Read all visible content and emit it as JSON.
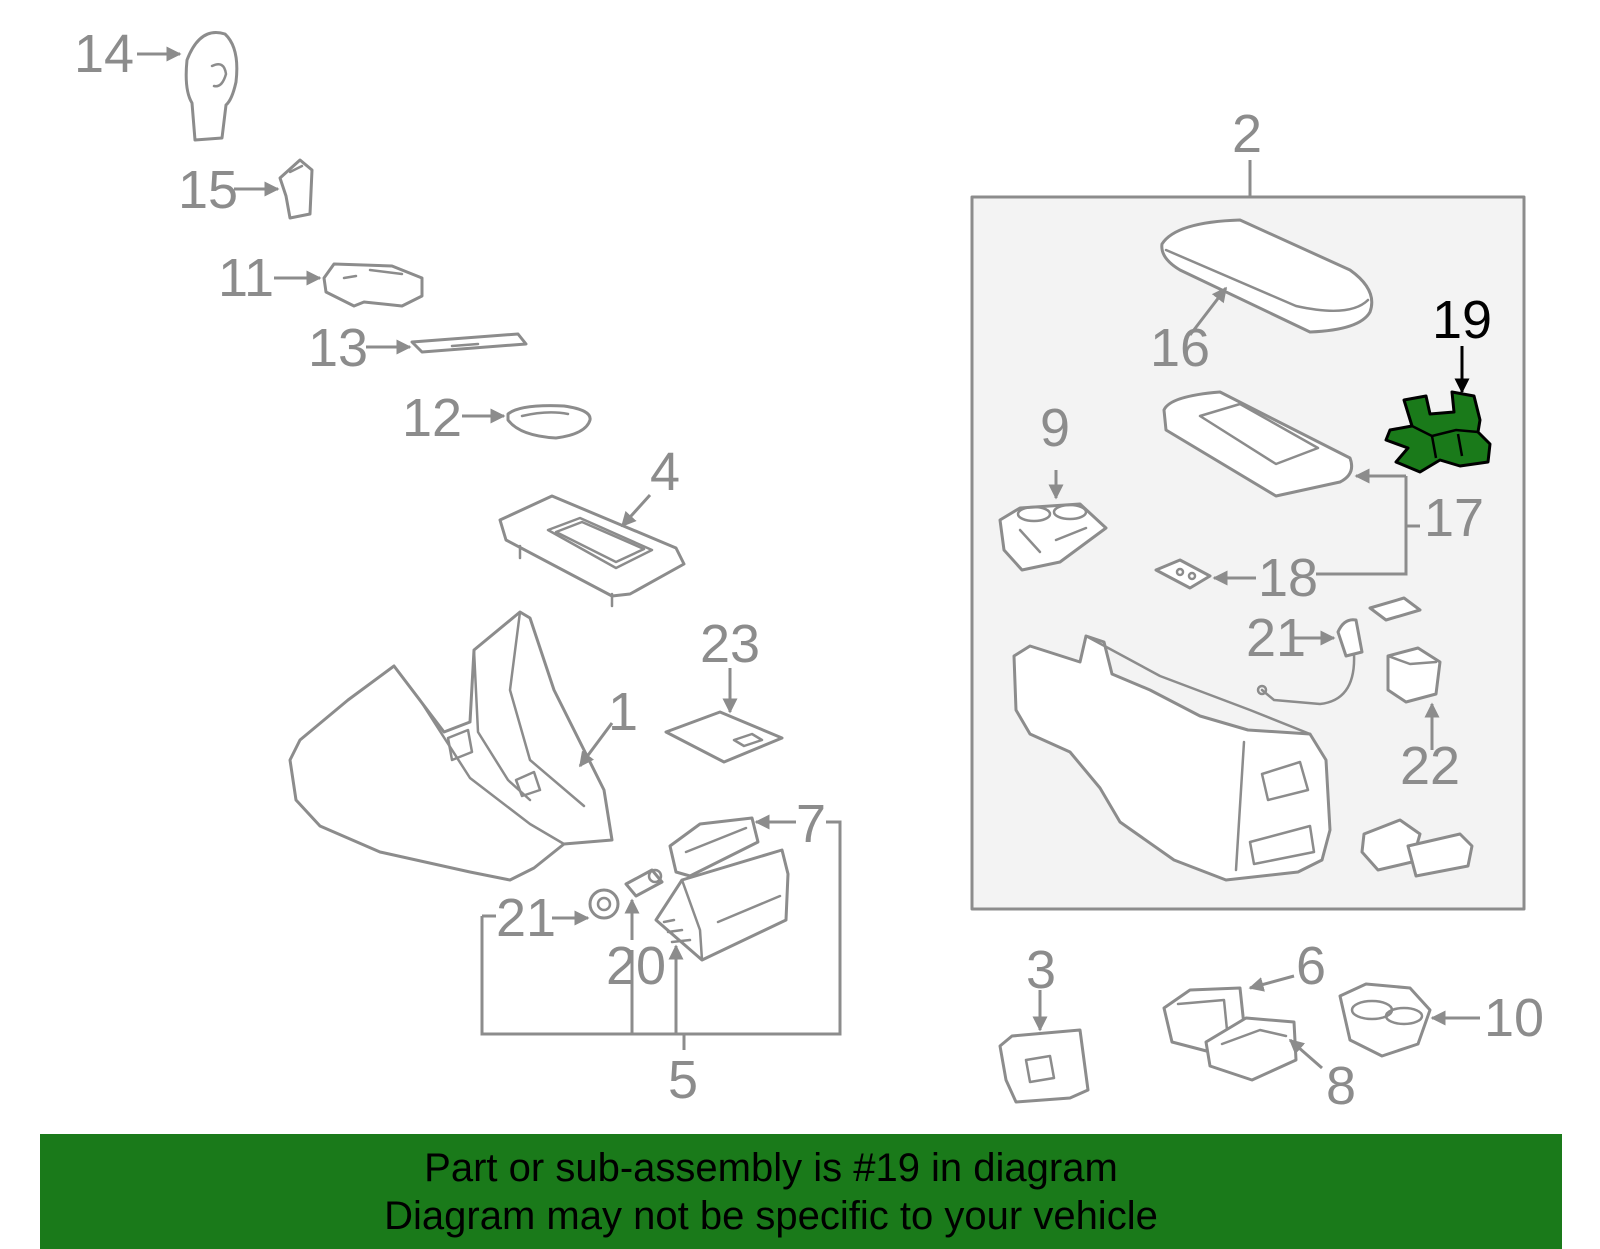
{
  "diagram": {
    "callouts": {
      "c1": "1",
      "c2": "2",
      "c3": "3",
      "c4": "4",
      "c5": "5",
      "c6": "6",
      "c7": "7",
      "c8": "8",
      "c9": "9",
      "c10": "10",
      "c11": "11",
      "c12": "12",
      "c13": "13",
      "c14": "14",
      "c15": "15",
      "c16": "16",
      "c17": "17",
      "c18": "18",
      "c19": "19",
      "c20": "20",
      "c21a": "21",
      "c21b": "21",
      "c22": "22",
      "c23": "23"
    },
    "highlighted_part": "19",
    "colors": {
      "line": "#8c8c8c",
      "highlight_fill": "#1a7a1a",
      "highlight_stroke": "#000000",
      "box_fill": "#f3f3f3"
    }
  },
  "banner": {
    "line1": "Part or sub-assembly is #19 in diagram",
    "line2": "Diagram may not be specific to your vehicle"
  }
}
